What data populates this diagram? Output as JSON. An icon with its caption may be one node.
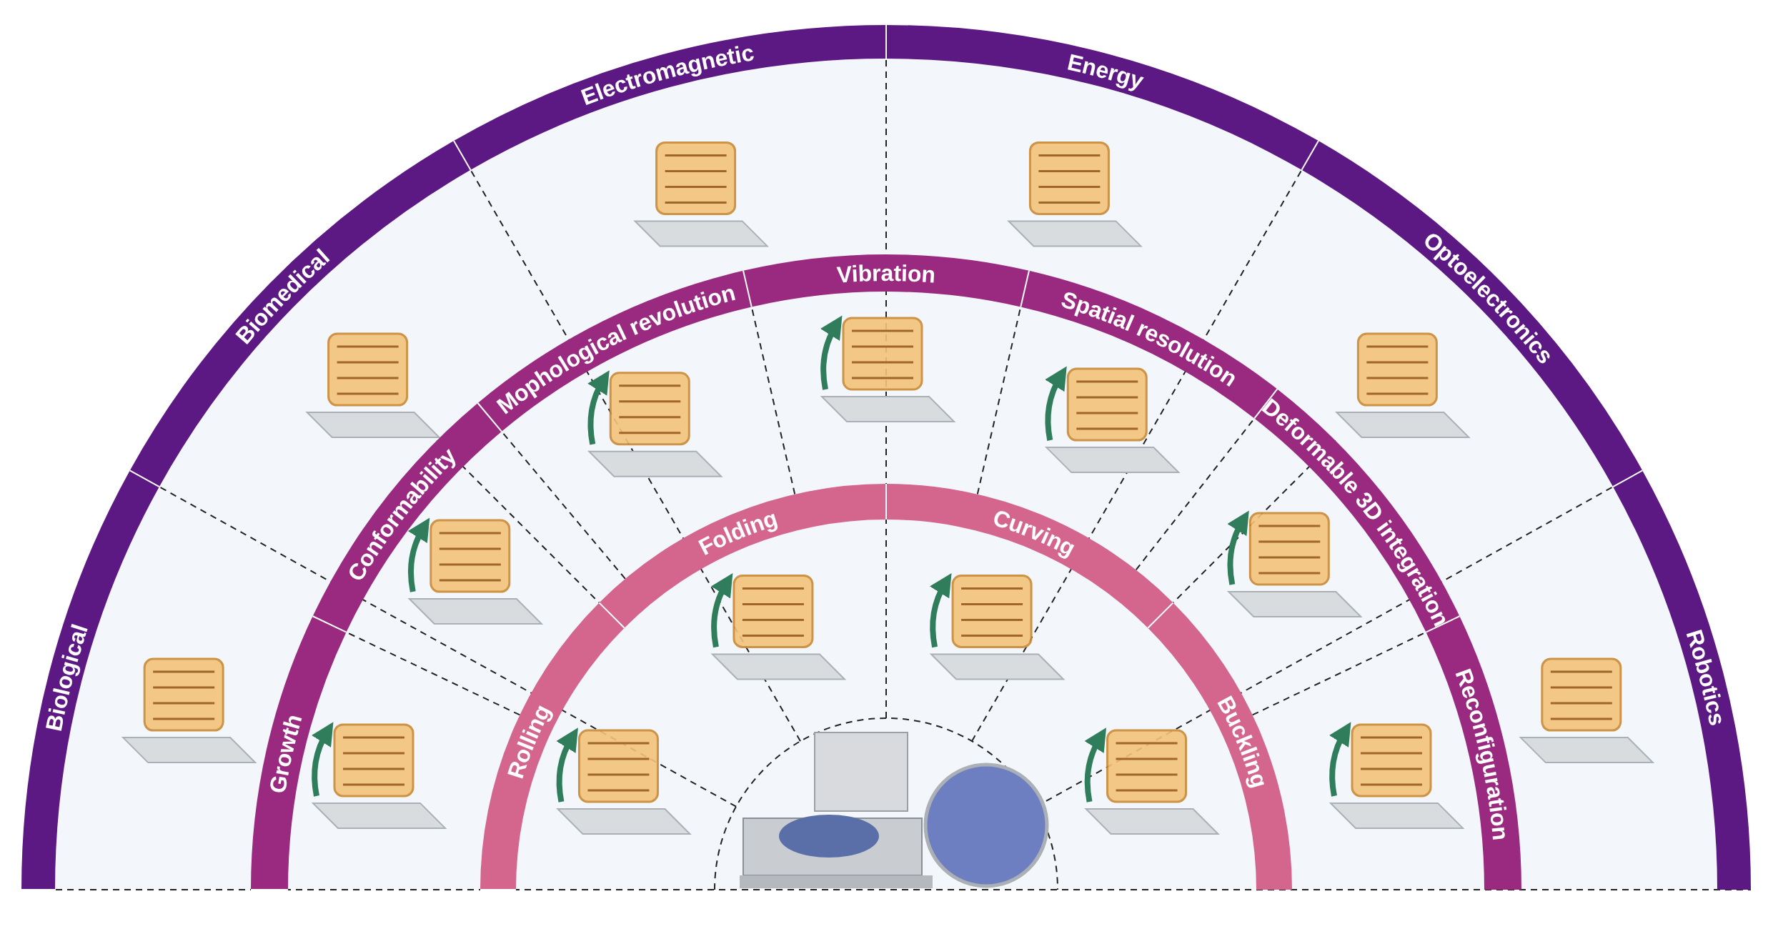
{
  "diagram": {
    "labels": [
      "Biological",
      "Biomedical",
      "Electromagnetic",
      "Energy",
      "Optoelectronics",
      "Robotics",
      "Growth",
      "Conformability",
      "Mophological revolution",
      "Vibration",
      "Spatial resolution",
      "Deformable 3D integration",
      "Reconfiguration",
      "Rolling",
      "Folding",
      "Curving",
      "Buckling"
    ]
  }
}
